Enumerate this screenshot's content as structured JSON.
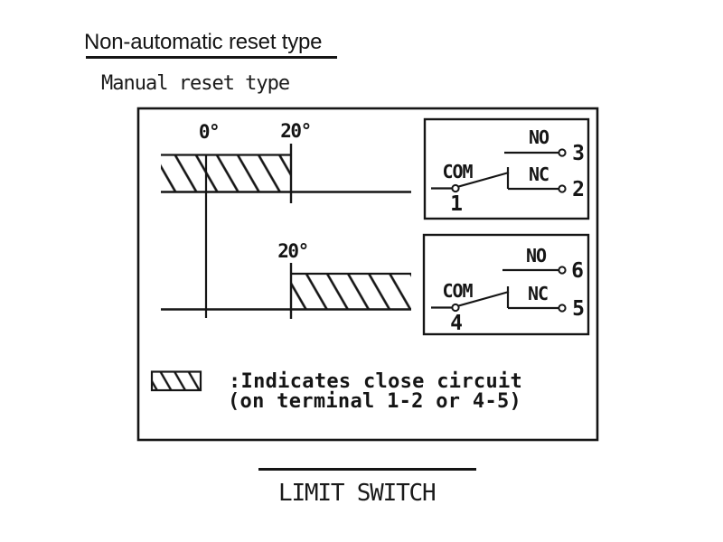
{
  "colors": {
    "ink": "#151515",
    "background": "#ffffff"
  },
  "header": {
    "title": "Non-automatic reset type",
    "subtitle": "Manual reset type"
  },
  "timing": {
    "diagram1": {
      "start_angle": "0°",
      "end_angle": "20°"
    },
    "diagram2": {
      "start_angle": "20°"
    }
  },
  "circuits": [
    {
      "com": "COM",
      "no": "NO",
      "nc": "NC",
      "com_terminal": "1",
      "nc_terminal": "2",
      "no_terminal": "3"
    },
    {
      "com": "COM",
      "no": "NO",
      "nc": "NC",
      "com_terminal": "4",
      "nc_terminal": "5",
      "no_terminal": "6"
    }
  ],
  "legend": {
    "line1": ":Indicates close circuit",
    "line2": "(on terminal 1-2 or 4-5)"
  },
  "footer": {
    "label": "LIMIT SWITCH"
  }
}
